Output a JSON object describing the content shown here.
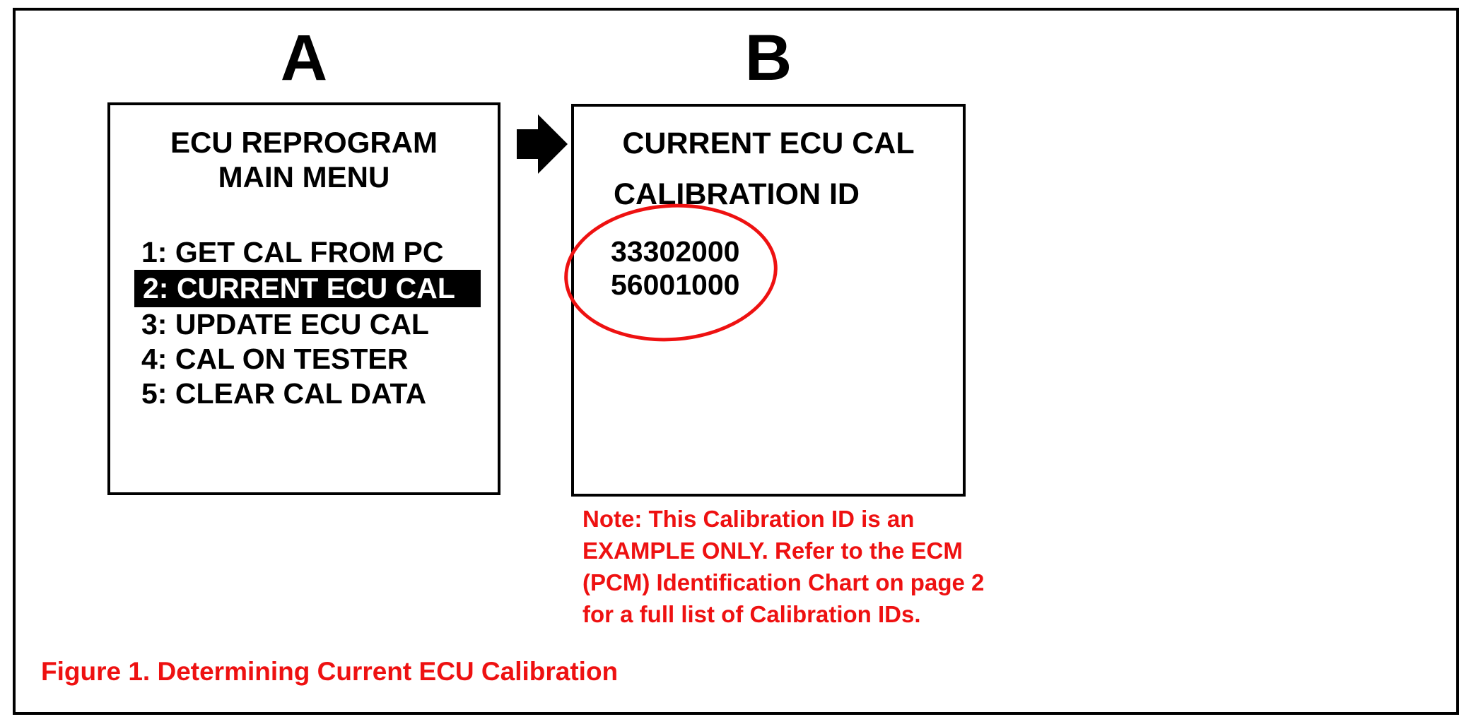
{
  "figure": {
    "labels": {
      "panel_a": "A",
      "panel_b": "B"
    },
    "panel_a": {
      "title_lines": [
        "ECU REPROGRAM",
        "MAIN MENU"
      ],
      "menu_items": [
        {
          "label": "1: GET CAL FROM PC",
          "selected": false
        },
        {
          "label": "2: CURRENT ECU CAL",
          "selected": true
        },
        {
          "label": "3: UPDATE ECU CAL",
          "selected": false
        },
        {
          "label": "4: CAL ON TESTER",
          "selected": false
        },
        {
          "label": "5: CLEAR CAL DATA",
          "selected": false
        }
      ]
    },
    "panel_b": {
      "title": "CURRENT ECU CAL",
      "subtitle": "CALIBRATION ID",
      "calibration_ids": [
        "33302000",
        "56001000"
      ]
    },
    "note": {
      "lines": [
        "Note: This Calibration ID is an",
        "EXAMPLE ONLY. Refer to the ECM",
        "(PCM) Identification Chart on page 2",
        "for a full list of Calibration IDs."
      ]
    },
    "caption": "Figure 1. Determining Current ECU Calibration",
    "icons": {
      "flow_arrow": "right-arrow"
    },
    "colors": {
      "accent_red": "#ee1111",
      "ink": "#000000"
    }
  }
}
